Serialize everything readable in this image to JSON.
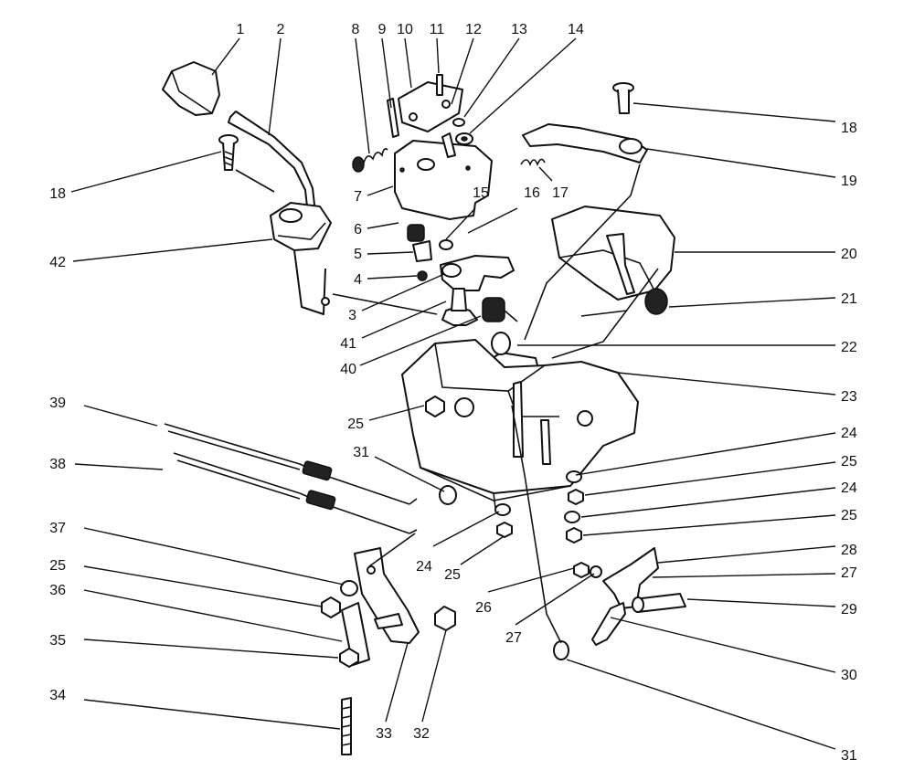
{
  "callouts": [
    {
      "id": "c1",
      "label": "1"
    },
    {
      "id": "c2",
      "label": "2"
    },
    {
      "id": "c8",
      "label": "8"
    },
    {
      "id": "c9",
      "label": "9"
    },
    {
      "id": "c10",
      "label": "10"
    },
    {
      "id": "c11",
      "label": "11"
    },
    {
      "id": "c12",
      "label": "12"
    },
    {
      "id": "c13",
      "label": "13"
    },
    {
      "id": "c14",
      "label": "14"
    },
    {
      "id": "c18a",
      "label": "18"
    },
    {
      "id": "c19",
      "label": "19"
    },
    {
      "id": "c17",
      "label": "17"
    },
    {
      "id": "c16",
      "label": "16"
    },
    {
      "id": "c15",
      "label": "15"
    },
    {
      "id": "c18b",
      "label": "18"
    },
    {
      "id": "c7",
      "label": "7"
    },
    {
      "id": "c6",
      "label": "6"
    },
    {
      "id": "c5",
      "label": "5"
    },
    {
      "id": "c4",
      "label": "4"
    },
    {
      "id": "c42",
      "label": "42"
    },
    {
      "id": "c20",
      "label": "20"
    },
    {
      "id": "c21",
      "label": "21"
    },
    {
      "id": "c3",
      "label": "3"
    },
    {
      "id": "c41",
      "label": "41"
    },
    {
      "id": "c40",
      "label": "40"
    },
    {
      "id": "c22",
      "label": "22"
    },
    {
      "id": "c23",
      "label": "23"
    },
    {
      "id": "c39",
      "label": "39"
    },
    {
      "id": "c25a",
      "label": "25"
    },
    {
      "id": "c24a",
      "label": "24"
    },
    {
      "id": "c31a",
      "label": "31"
    },
    {
      "id": "c38",
      "label": "38"
    },
    {
      "id": "c25b",
      "label": "25"
    },
    {
      "id": "c24b",
      "label": "24"
    },
    {
      "id": "c25c",
      "label": "25"
    },
    {
      "id": "c37",
      "label": "37"
    },
    {
      "id": "c24c",
      "label": "24"
    },
    {
      "id": "c28",
      "label": "28"
    },
    {
      "id": "c25d",
      "label": "25"
    },
    {
      "id": "c25e",
      "label": "25"
    },
    {
      "id": "c27a",
      "label": "27"
    },
    {
      "id": "c26",
      "label": "26"
    },
    {
      "id": "c36",
      "label": "36"
    },
    {
      "id": "c29",
      "label": "29"
    },
    {
      "id": "c27b",
      "label": "27"
    },
    {
      "id": "c35",
      "label": "35"
    },
    {
      "id": "c30",
      "label": "30"
    },
    {
      "id": "c34",
      "label": "34"
    },
    {
      "id": "c33",
      "label": "33"
    },
    {
      "id": "c32",
      "label": "32"
    },
    {
      "id": "c31b",
      "label": "31"
    }
  ]
}
